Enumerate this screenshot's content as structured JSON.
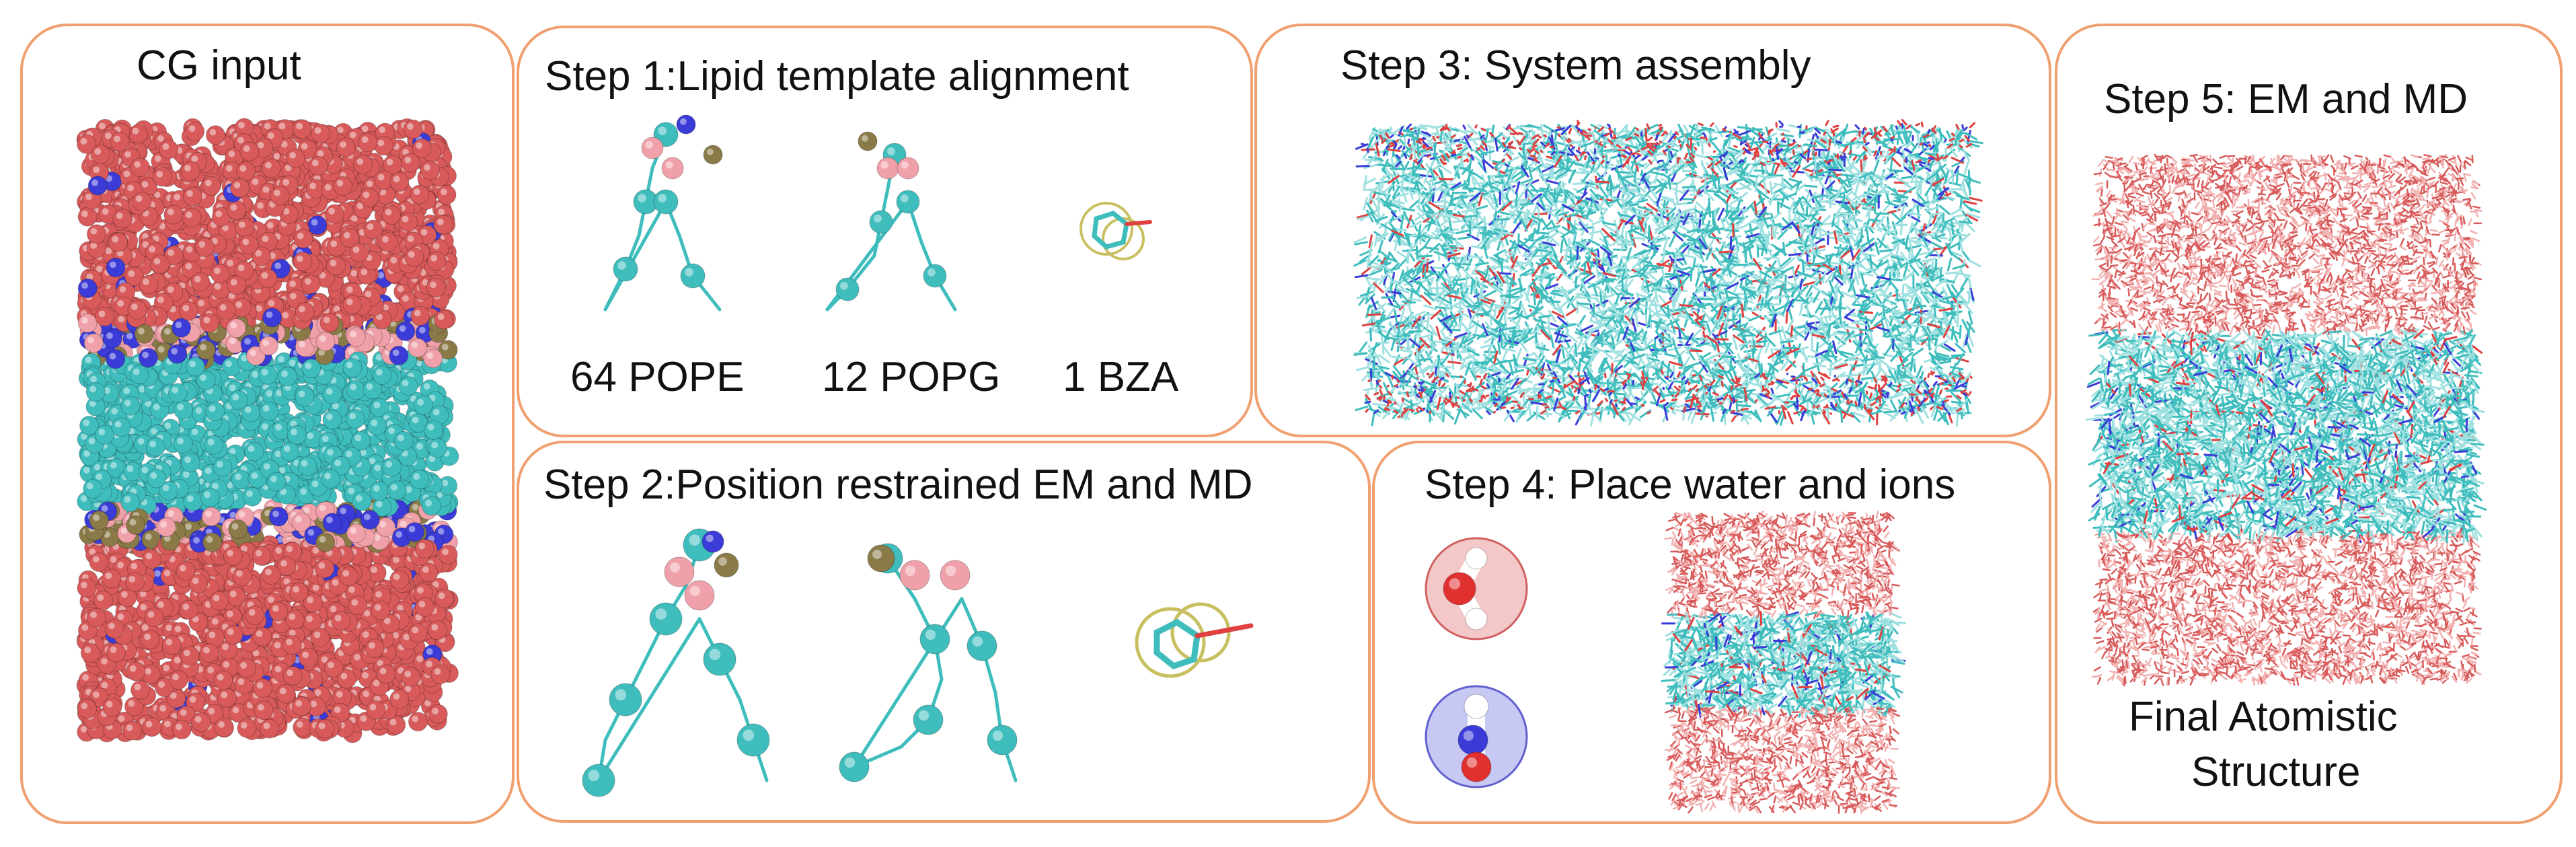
{
  "panels": {
    "cg_input": {
      "title": "CG input"
    },
    "step1": {
      "title": "Step 1:Lipid template alignment",
      "labels": [
        "64 POPE",
        "12 POPG",
        "1 BZA"
      ]
    },
    "step2": {
      "title": "Step 2:Position restrained EM and MD"
    },
    "step3": {
      "title": "Step 3: System assembly"
    },
    "step4": {
      "title": "Step 4: Place water and ions"
    },
    "step5": {
      "title": "Step 5: EM and MD",
      "caption_line1": "Final Atomistic",
      "caption_line2": "Structure"
    }
  },
  "colors": {
    "panel_border": "#f0a070",
    "water_red": "#d85a5a",
    "lipid_cyan": "#3fbdbd",
    "headgroup_pink": "#f0a0a8",
    "phosphate_tan": "#8a7a48",
    "ion_blue": "#3b3bd8"
  }
}
